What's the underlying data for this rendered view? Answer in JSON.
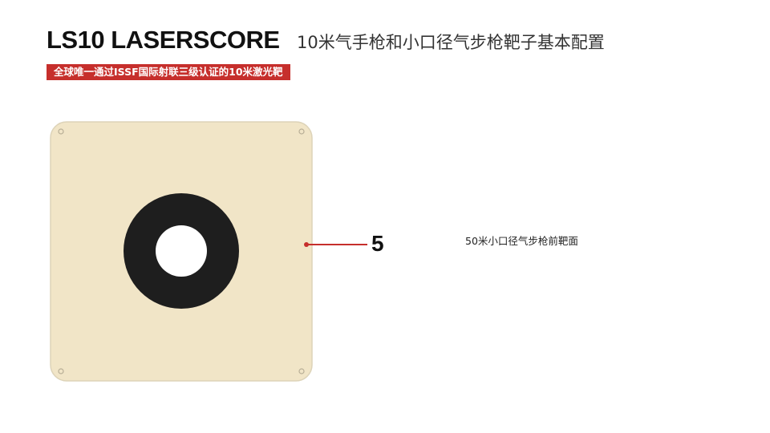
{
  "header": {
    "title": "LS10 LASERSCORE",
    "subtitle": "10米气手枪和小口径气步枪靶子基本配置",
    "banner": "全球唯一通过ISSF国际射联三级认证的10米激光靶"
  },
  "target": {
    "panel_color": "#f1e5c7",
    "ring_color": "#1e1e1e",
    "center_color": "#ffffff"
  },
  "callout": {
    "number": "5",
    "description": "50米小口径气步枪前靶面",
    "line_color": "#c62f2c"
  }
}
